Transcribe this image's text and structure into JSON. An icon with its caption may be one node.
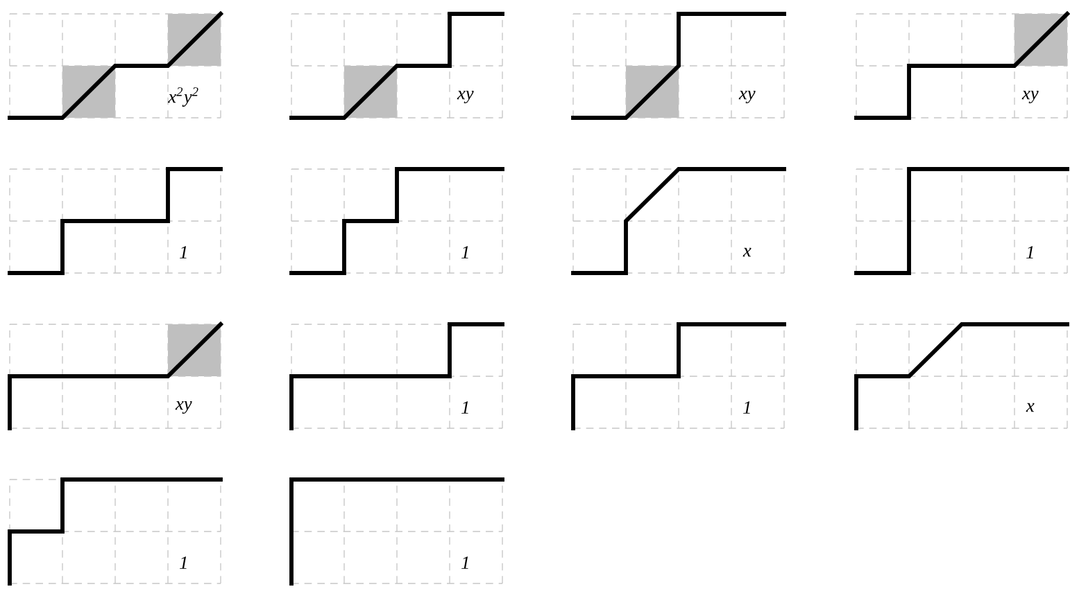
{
  "diagram": {
    "labels": [
      "x$^{2}$y$^{2}$",
      "xy",
      "xy",
      "xy",
      "1",
      "1",
      "x",
      "1",
      "xy",
      "1",
      "1",
      "x",
      "1",
      "1"
    ]
  }
}
